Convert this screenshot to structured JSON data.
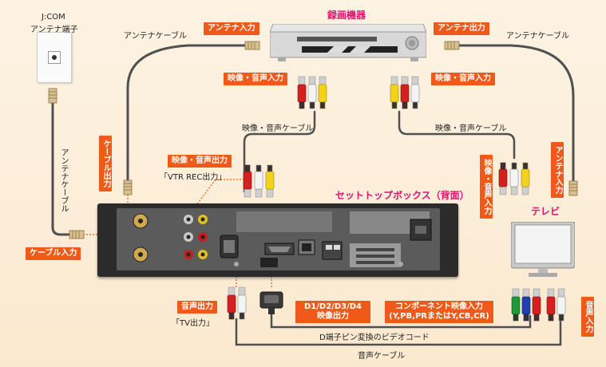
{
  "labels": {
    "jcom_line1": "J:COM",
    "jcom_line2": "アンテナ端子",
    "antenna_cable_top_left": "アンテナケーブル",
    "antenna_cable_top_right": "アンテナケーブル",
    "antenna_cable_left_vertical": "アンテナケーブル",
    "av_cable_left": "映像・音声ケーブル",
    "av_cable_right": "映像・音声ケーブル",
    "d_cable": "D端子ピン変換のビデオコード",
    "audio_cable": "音声ケーブル",
    "vtr_rec_out": "「VTR REC出力」",
    "tv_out": "「TV出力」"
  },
  "titles": {
    "recorder": "録画機器",
    "stb": "セットトップボックス（背面）",
    "tv": "テレビ"
  },
  "tags": {
    "antenna_in": "アンテナ入力",
    "antenna_out": "アンテナ出力",
    "av_in_left": "映像・音声入力",
    "av_in_right": "映像・音声入力",
    "cable_out": "ケーブル出力",
    "av_out": "映像・音声出力",
    "av_in_vertical": "映像・音声入力",
    "antenna_in_vertical": "アンテナ入力",
    "cable_in": "ケーブル入力",
    "audio_out": "音声出力",
    "d_out_line1": "D1/D2/D3/D4",
    "d_out_line2": "映像出力",
    "component_line1": "コンポーネント映像入力",
    "component_line2": "(Y,PB,PRまたはY,CB,CR)",
    "audio_in_vertical": "音声入力"
  },
  "colors": {
    "tag_bg": "#ef5a1a",
    "title_color": "#e2126e",
    "cable": "#505050",
    "background": "#fdf1de",
    "plug_yellow": "#f2d21a",
    "plug_red": "#d42020",
    "plug_white": "#f4f4f4",
    "plug_green": "#1e9a3a",
    "plug_blue": "#2040b0"
  }
}
